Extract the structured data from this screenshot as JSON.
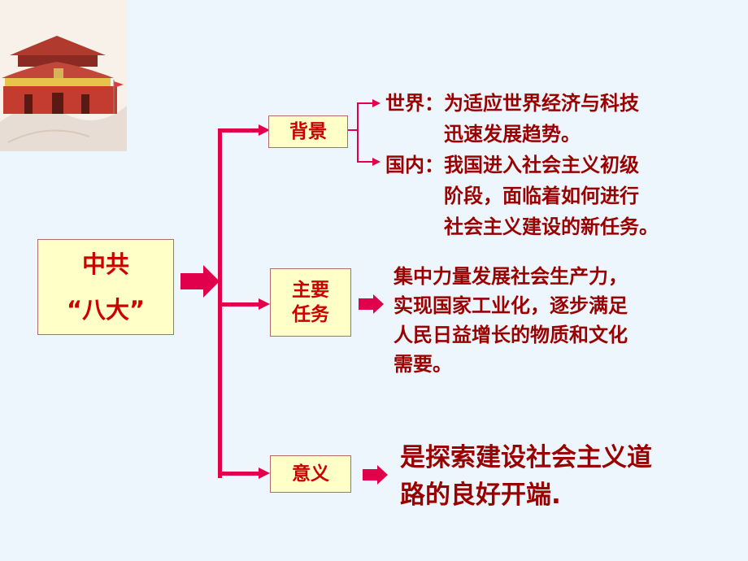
{
  "slide": {
    "background": "#eef6fd",
    "accent": "#e0004c",
    "text_color": "#990000",
    "box_fill": "#ffffc8",
    "corner_image": "tiananmen-gate-icon"
  },
  "main_node": {
    "line1": "中共",
    "line2": "“八大”"
  },
  "branches": [
    {
      "label": "背景",
      "items": [
        {
          "label": "世界：",
          "lines": [
            "为适应世界经济与科技",
            "迅速发展趋势。"
          ]
        },
        {
          "label": "国内：",
          "lines": [
            "我国进入社会主义初级",
            "阶段，面临着如何进行",
            "社会主义建设的新任务。"
          ]
        }
      ]
    },
    {
      "label_lines": [
        "主要",
        "任务"
      ],
      "lines": [
        "集中力量发展社会生产力，",
        "实现国家工业化，逐步满足",
        "人民日益增长的物质和文化",
        "需要。"
      ]
    },
    {
      "label": "意义",
      "lines": [
        "是探索建设社会主义道",
        "路的良好开端."
      ]
    }
  ]
}
